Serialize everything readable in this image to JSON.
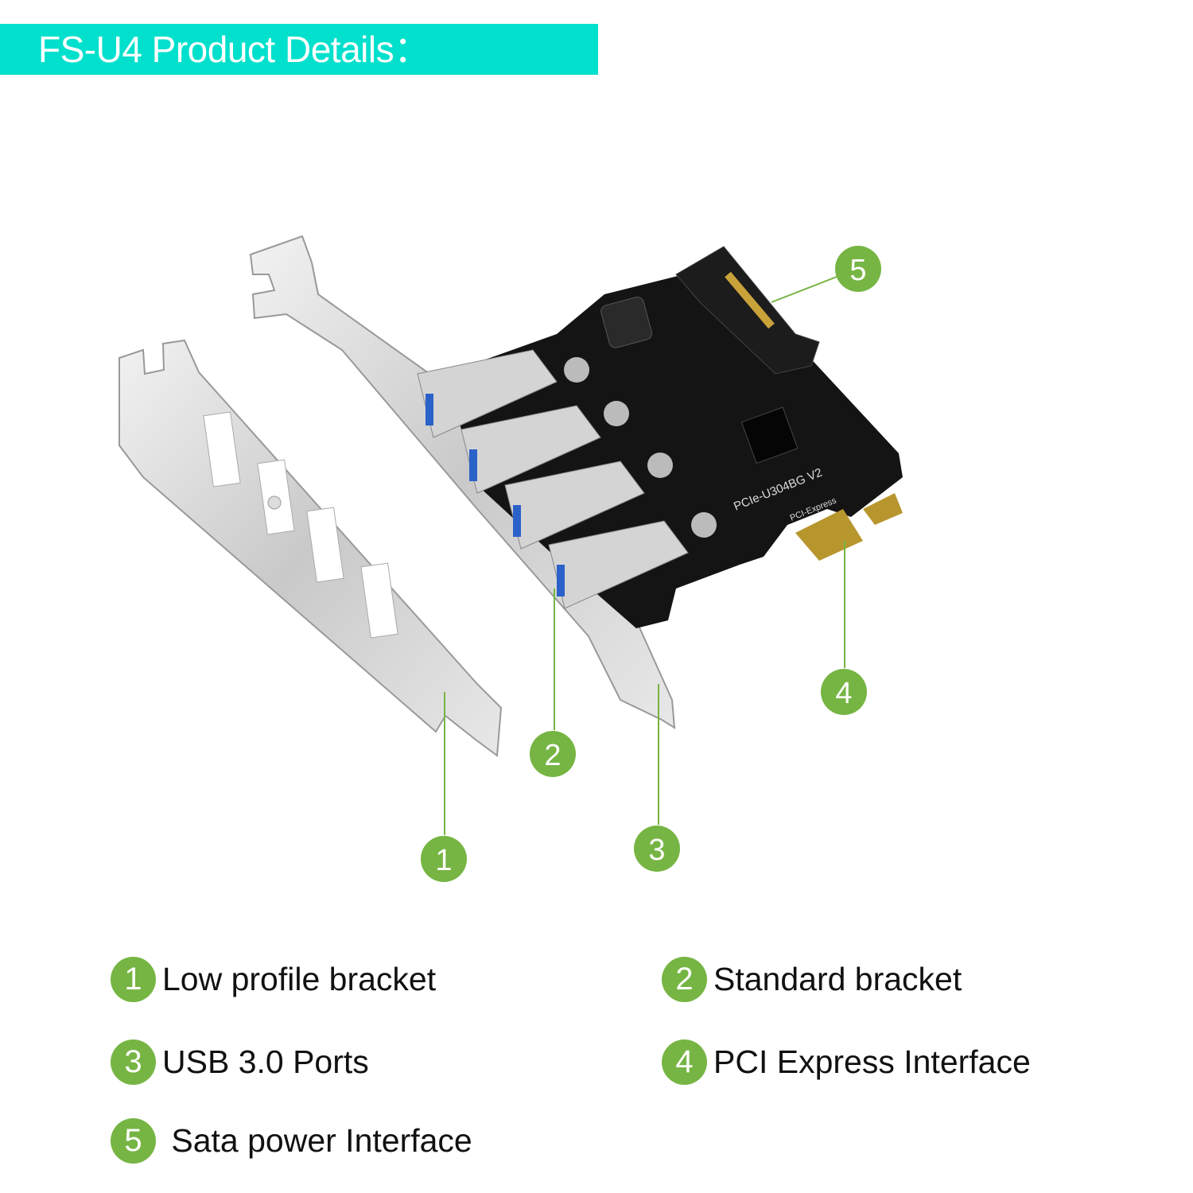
{
  "header": {
    "title": "FS-U4 Product Details："
  },
  "product": {
    "board_model": "PCIe-U304BG V2",
    "interface_label": "PCI-Express"
  },
  "callouts": [
    "1",
    "2",
    "3",
    "4",
    "5"
  ],
  "legend": [
    {
      "num": "1",
      "label": "Low profile bracket"
    },
    {
      "num": "2",
      "label": "Standard bracket"
    },
    {
      "num": "3",
      "label": "USB 3.0 Ports"
    },
    {
      "num": "4",
      "label": "PCI Express Interface"
    },
    {
      "num": "5",
      "label": " Sata power Interface"
    }
  ],
  "colors": {
    "header": "#00e0cc",
    "callout": "#76b543",
    "pcb": "#111111",
    "usb_blue": "#2a62c9"
  }
}
